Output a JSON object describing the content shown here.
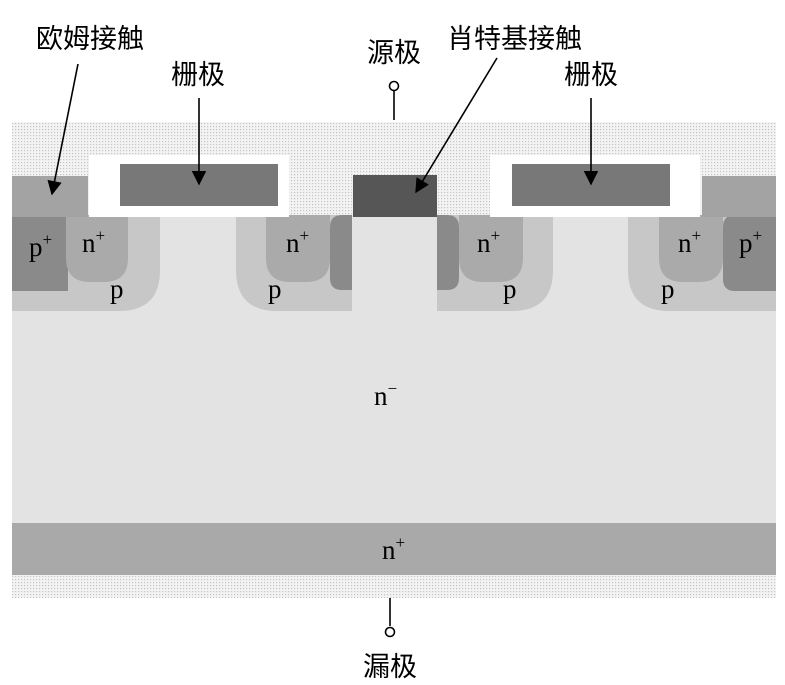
{
  "labels": {
    "ohmic_contact": "欧姆接触",
    "schottky_contact": "肖特基接触",
    "source": "源极",
    "gate_left": "栅极",
    "gate_right": "栅极",
    "drain": "漏极"
  },
  "doping": {
    "p_plus": {
      "base": "p",
      "sup": "+"
    },
    "n_plus": {
      "base": "n",
      "sup": "+"
    },
    "p": "p",
    "n_minus": {
      "base": "n",
      "sup": "−"
    }
  },
  "colors": {
    "oxide_dots": "#c4c4c4",
    "gate": "#787878",
    "schottky_metal": "#565656",
    "ohmic_metal": "#a3a3a3",
    "p_plus": "#8a8a8a",
    "n_plus": "#aaaaaa",
    "p_body": "#c7c7c7",
    "n_minus": "#e3e3e3",
    "n_plus_substrate": "#a9a9a9"
  }
}
